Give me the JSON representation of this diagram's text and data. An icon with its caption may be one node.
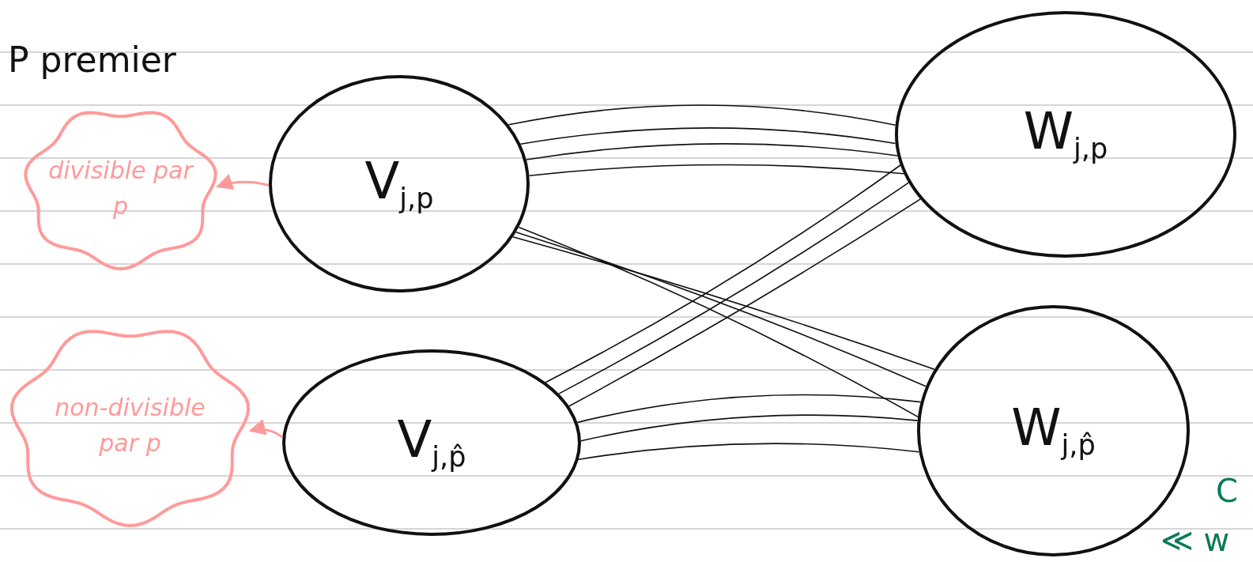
{
  "diagram": {
    "nodes": [
      {
        "text": [
          "divisible par p"
        ]
      },
      {
        "text": [
          "V$_{j,p}$"
        ]
      },
      {
        "text": [
          "W$_{j,p}$"
        ]
      },
      {
        "text": [
          "non-divisible par p"
        ]
      },
      {
        "text": [
          "V$_{j,p̂}$"
        ]
      },
      {
        "text": [
          "W$_{j,p̂}$"
        ]
      }
    ],
    "edges": [
      {
        "from": 1,
        "to": 0,
        "arrow": "to",
        "color": "#ff9a9a"
      },
      {
        "from": 1,
        "to": 2,
        "arrow": "none"
      },
      {
        "from": 1,
        "to": 2,
        "arrow": "none"
      },
      {
        "from": 1,
        "to": 2,
        "arrow": "none"
      },
      {
        "from": 1,
        "to": 2,
        "arrow": "none"
      },
      {
        "from": 1,
        "to": 5,
        "arrow": "none"
      },
      {
        "from": 1,
        "to": 5,
        "arrow": "none"
      },
      {
        "from": 1,
        "to": 5,
        "arrow": "none"
      },
      {
        "from": 4,
        "to": 2,
        "arrow": "none"
      },
      {
        "from": 4,
        "to": 2,
        "arrow": "none"
      },
      {
        "from": 4,
        "to": 2,
        "arrow": "none"
      },
      {
        "from": 4,
        "to": 5,
        "arrow": "none"
      },
      {
        "from": 4,
        "to": 5,
        "arrow": "none"
      },
      {
        "from": 4,
        "to": 5,
        "arrow": "none"
      },
      {
        "from": 4,
        "to": 3,
        "arrow": "to",
        "color": "#ff9a9a"
      }
    ],
    "labels": [
      "P premier",
      "C",
      "≪ w"
    ]
  }
}
